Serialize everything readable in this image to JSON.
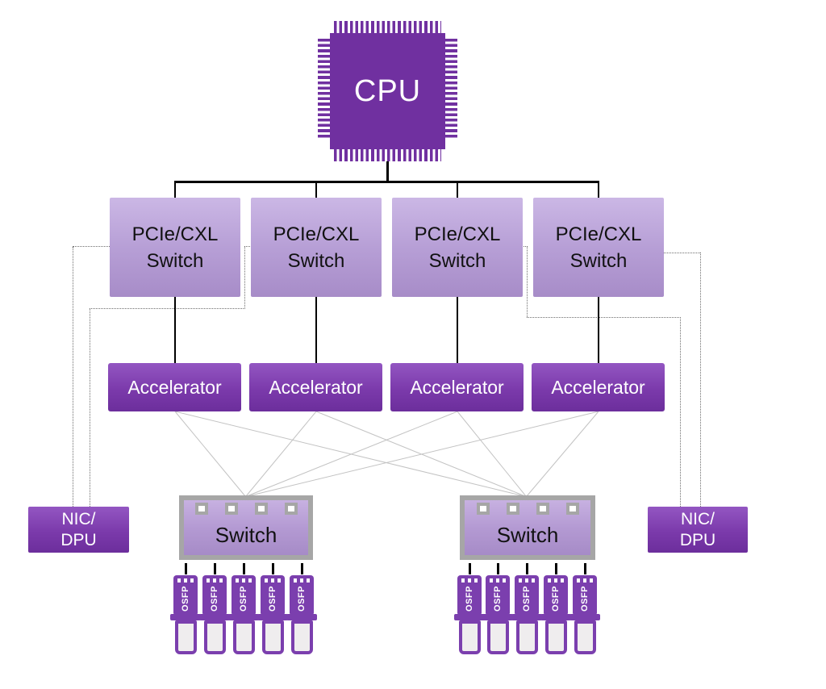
{
  "diagram": {
    "cpu": {
      "label": "CPU"
    },
    "pcie_switches": [
      {
        "line1": "PCIe/CXL",
        "line2": "Switch"
      },
      {
        "line1": "PCIe/CXL",
        "line2": "Switch"
      },
      {
        "line1": "PCIe/CXL",
        "line2": "Switch"
      },
      {
        "line1": "PCIe/CXL",
        "line2": "Switch"
      }
    ],
    "accelerators": [
      {
        "label": "Accelerator"
      },
      {
        "label": "Accelerator"
      },
      {
        "label": "Accelerator"
      },
      {
        "label": "Accelerator"
      }
    ],
    "nic_dpu": {
      "left": {
        "line1": "NIC/",
        "line2": "DPU"
      },
      "right": {
        "line1": "NIC/",
        "line2": "DPU"
      }
    },
    "network_switches": [
      {
        "label": "Switch"
      },
      {
        "label": "Switch"
      }
    ],
    "osfp_label": "OSFP",
    "colors": {
      "chip_purple": "#7030A0",
      "module_purple": "#7B3FAE",
      "light_box_top": "#CBB7E5",
      "light_box_bottom": "#A78CC8",
      "dark_box_top": "#9356C2",
      "dark_box_bottom": "#6C2E9C",
      "switch_frame_gray": "#A6A6A6",
      "connector_black": "#000000",
      "fabric_link_gray": "#C3C3C3",
      "dotted_trace_gray": "#6E6E6E"
    }
  }
}
